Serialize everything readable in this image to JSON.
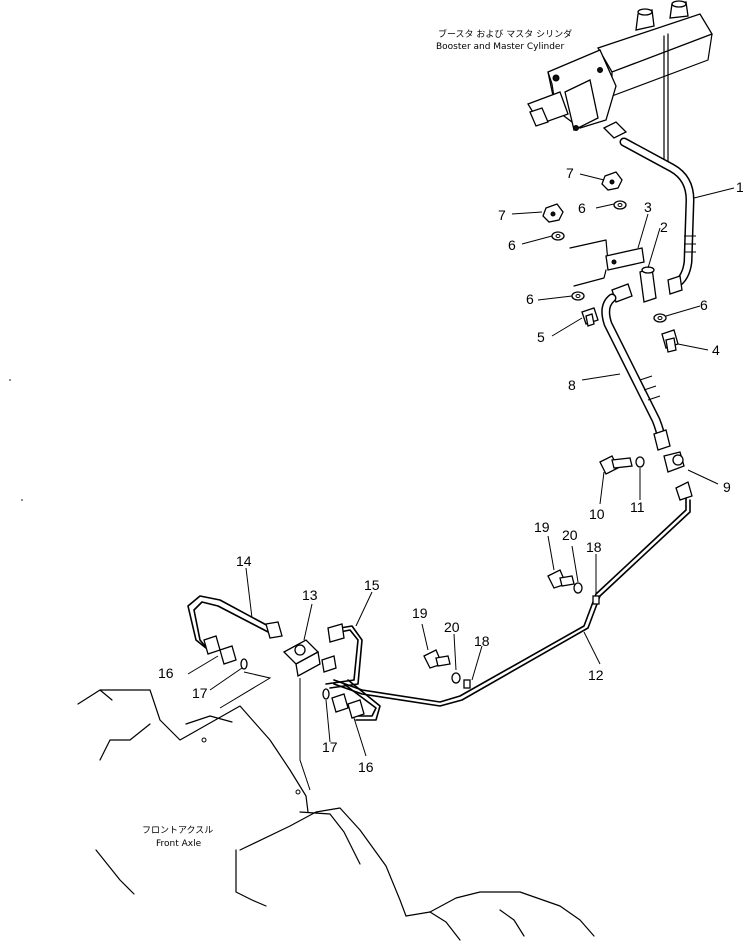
{
  "labels": {
    "booster_jp": "ブースタ および マスタ シリンダ",
    "booster_en": "Booster and Master Cylinder",
    "axle_jp": "フロントアクスル",
    "axle_en": "Front Axle"
  },
  "callouts": {
    "c1": "1",
    "c2": "2",
    "c3": "3",
    "c4": "4",
    "c5": "5",
    "c6a": "6",
    "c6b": "6",
    "c6c": "6",
    "c6d": "6",
    "c7a": "7",
    "c7b": "7",
    "c8": "8",
    "c9": "9",
    "c10": "10",
    "c11": "11",
    "c12": "12",
    "c13": "13",
    "c14": "14",
    "c15": "15",
    "c16a": "16",
    "c16b": "16",
    "c17a": "17",
    "c17b": "17",
    "c18a": "18",
    "c18b": "18",
    "c19a": "19",
    "c19b": "19",
    "c20a": "20",
    "c20b": "20"
  }
}
